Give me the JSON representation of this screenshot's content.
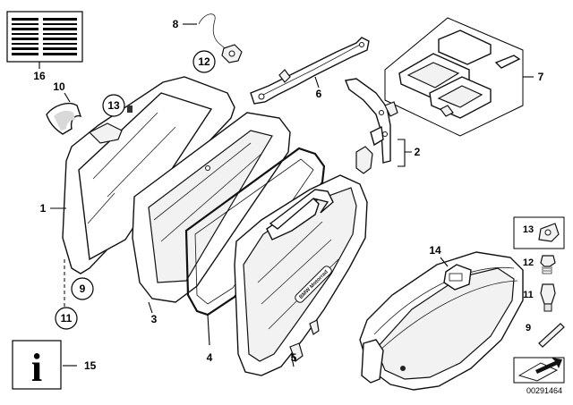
{
  "labels": {
    "l1": "1",
    "l2": "2",
    "l3": "3",
    "l4": "4",
    "l5": "5",
    "l6": "6",
    "l7": "7",
    "l8": "8",
    "l9": "9",
    "l10": "10",
    "l11": "11",
    "l12": "12",
    "l13": "13",
    "l14": "14",
    "l15": "15",
    "l16": "16"
  },
  "legend": {
    "i13": "13",
    "i12": "12",
    "i11": "11",
    "i9": "9"
  },
  "info_symbol": "i",
  "case_brand": "BMW Motorrad",
  "document_number": "00291464"
}
